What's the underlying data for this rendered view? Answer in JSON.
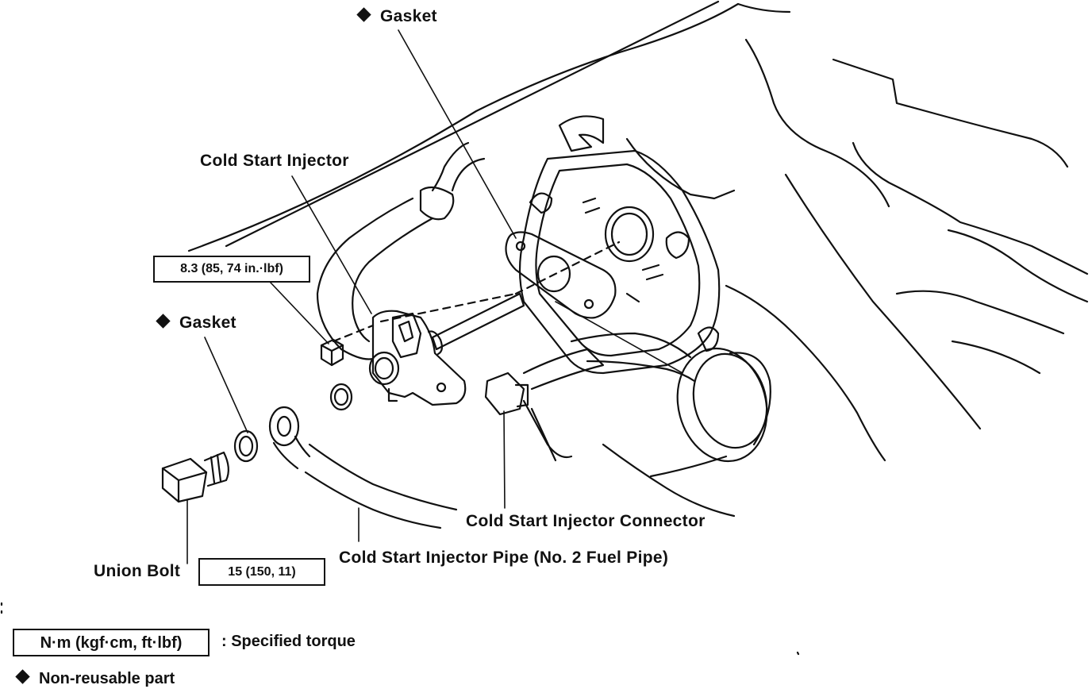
{
  "labels": {
    "gasket_top": "Gasket",
    "gasket_left": "Gasket",
    "cold_start_injector": "Cold Start Injector",
    "cold_start_injector_connector": "Cold Start Injector Connector",
    "cold_start_injector_pipe": "Cold Start Injector Pipe (No. 2 Fuel Pipe)",
    "union_bolt": "Union Bolt"
  },
  "torque_specs": {
    "injector_bolt": "8.3 (85, 74 in.·lbf)",
    "union_bolt": "15 (150, 11)"
  },
  "legend": {
    "torque_units": "N·m (kgf·cm, ft·lbf)",
    "torque_desc": ": Specified torque",
    "nonreusable_desc": "Non-reusable part"
  },
  "icons": {
    "non_reusable_marker": "black-diamond-icon"
  }
}
